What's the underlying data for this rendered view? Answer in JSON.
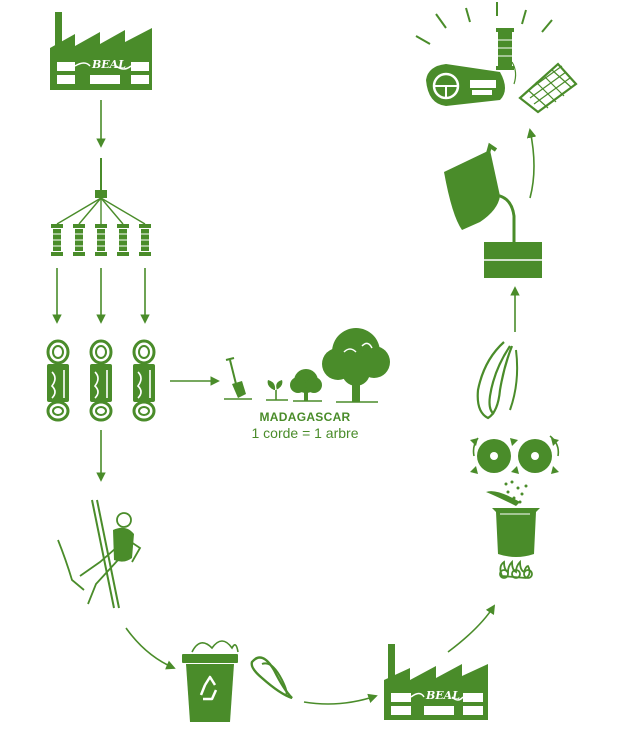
{
  "factory_brand": "BEAL",
  "madagascar": {
    "title": "MADAGASCAR",
    "subtitle": "1 corde = 1 arbre"
  },
  "colors": {
    "primary": "#4a8c2a",
    "background": "#ffffff"
  },
  "icons": [
    "factory-icon",
    "spools-icon",
    "rope-coils-icon",
    "tree-planting-icon",
    "climber-icon",
    "recycling-bin-icon",
    "rope-scrap-icon",
    "shredder-icon",
    "melting-pot-icon",
    "mold-icon",
    "recycled-products-icon"
  ]
}
